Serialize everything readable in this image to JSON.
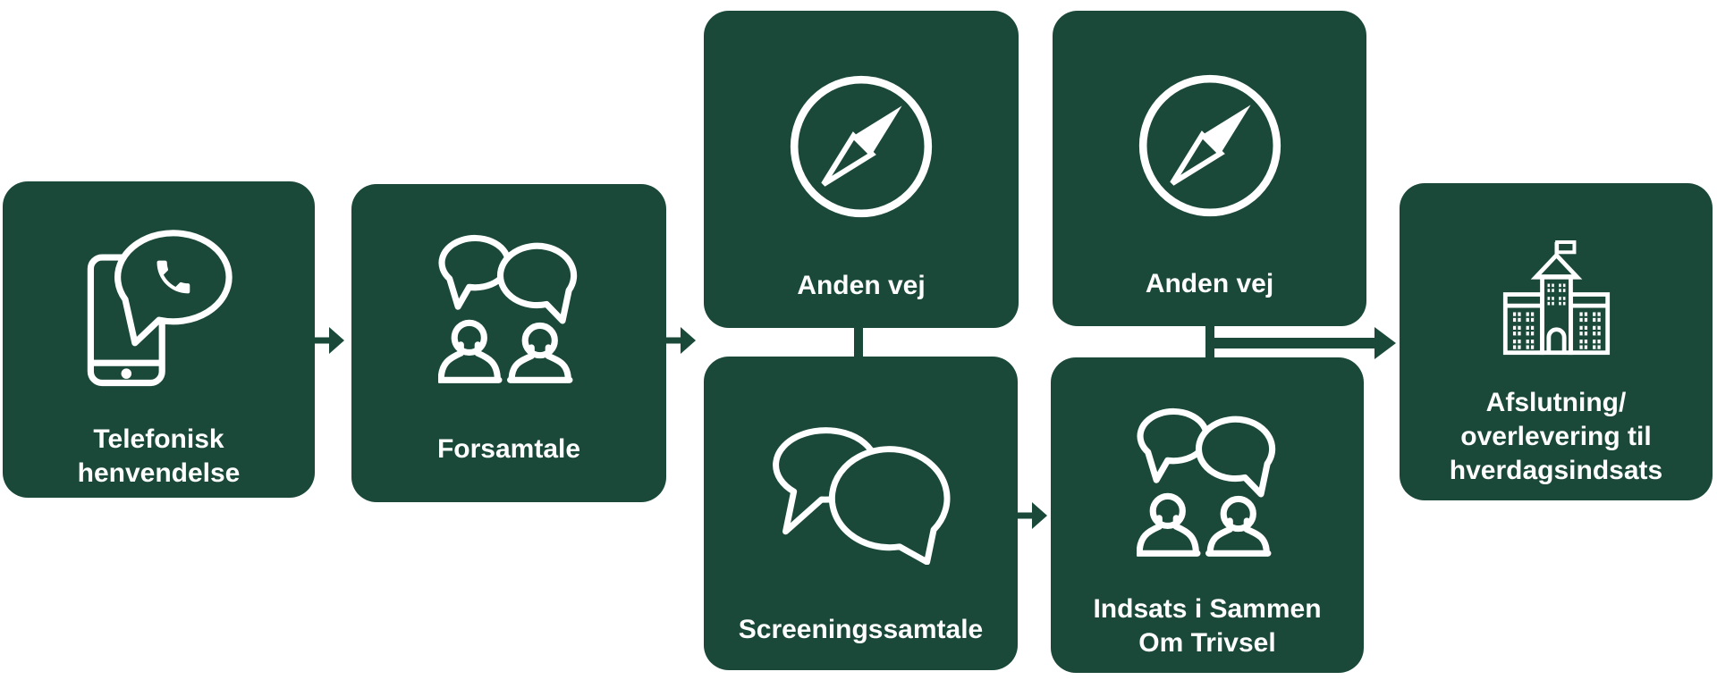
{
  "colors": {
    "box_green": "#1a4839",
    "background": "#ffffff",
    "text_white": "#ffffff"
  },
  "flow": {
    "nodes": {
      "telefonisk": {
        "icon": "smartphone-chat-icon",
        "lines": [
          "Telefonisk",
          "henvendelse"
        ]
      },
      "forsamtale": {
        "icon": "people-conversation-icon",
        "lines": [
          "Forsamtale"
        ]
      },
      "anden_vej_top": {
        "icon": "compass-icon",
        "lines": [
          "Anden vej"
        ]
      },
      "screeningssamtale": {
        "icon": "chat-bubbles-icon",
        "lines": [
          "Screeningssamtale"
        ]
      },
      "anden_vej_right": {
        "icon": "compass-icon",
        "lines": [
          "Anden vej"
        ]
      },
      "indsats": {
        "icon": "people-conversation-icon",
        "lines": [
          "Indsats i Sammen",
          "Om Trivsel"
        ]
      },
      "afslutning": {
        "icon": "school-building-icon",
        "lines": [
          "Afslutning/",
          "overlevering til",
          "hverdagsindsats"
        ]
      }
    }
  }
}
